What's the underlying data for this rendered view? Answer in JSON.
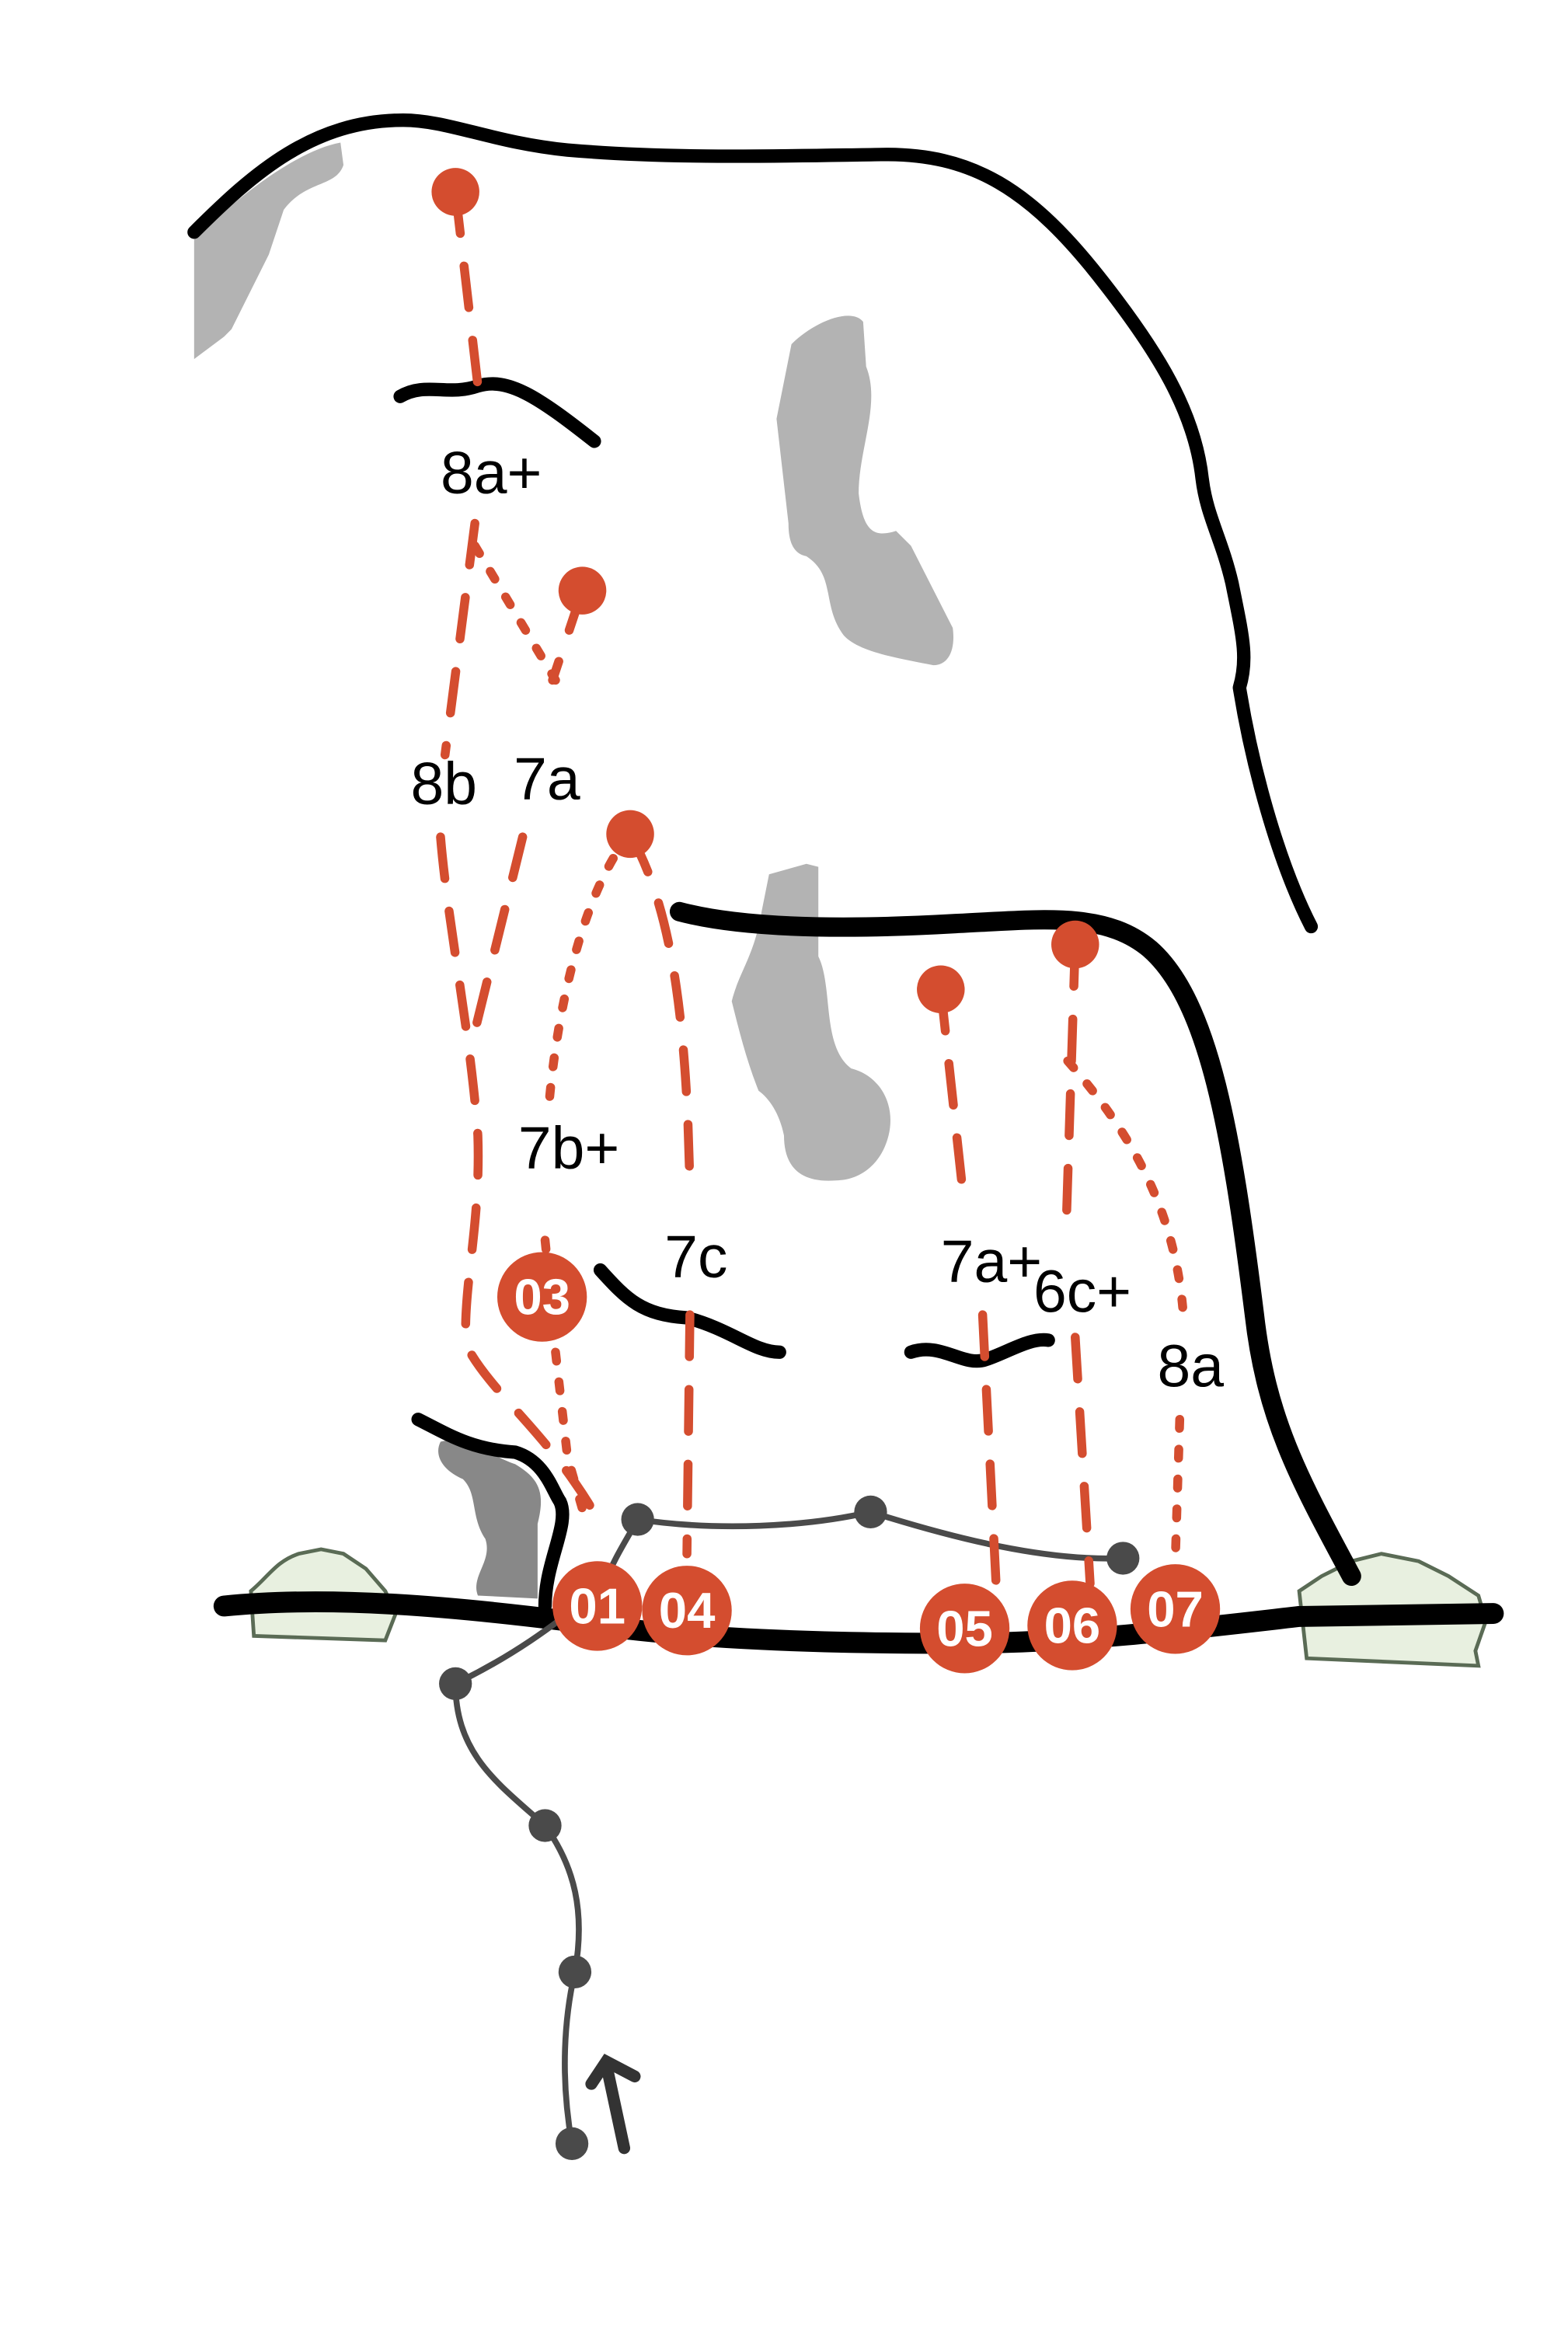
{
  "colors": {
    "route": "#d44d2f",
    "rock": "#000000",
    "shade": "#b3b3b3",
    "bush": "#e8f0e0",
    "approach": "#4a4a4a"
  },
  "routes": [
    {
      "number": "01",
      "grade": "8a+"
    },
    {
      "number": "01",
      "grade": "8b"
    },
    {
      "number": "01",
      "grade": "7a"
    },
    {
      "number": "03",
      "grade": "7b+"
    },
    {
      "number": "04",
      "grade": "7c"
    },
    {
      "number": "05",
      "grade": "7a+"
    },
    {
      "number": "06",
      "grade": "6c+"
    },
    {
      "number": "07",
      "grade": "8a"
    }
  ],
  "markers": [
    "01",
    "03",
    "04",
    "05",
    "06",
    "07"
  ]
}
